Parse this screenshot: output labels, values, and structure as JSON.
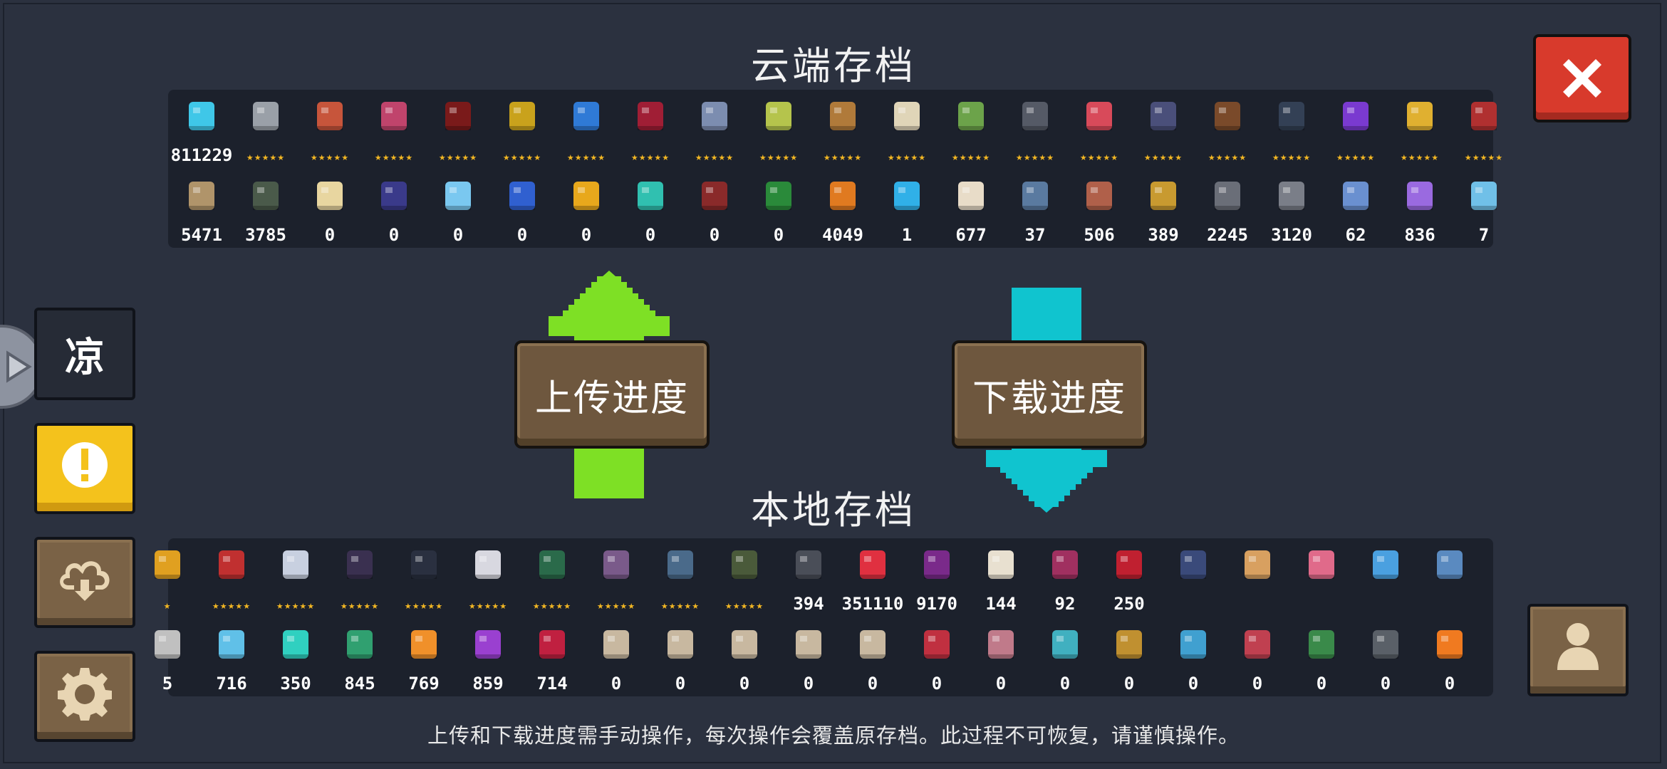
{
  "cloud": {
    "title": "云端存档",
    "heroes": [
      {
        "icon": "gem-stack-icon",
        "label": "811229"
      },
      {
        "icon": "knight-icon"
      },
      {
        "icon": "rogue-icon"
      },
      {
        "icon": "witch-icon"
      },
      {
        "icon": "assassin-icon"
      },
      {
        "icon": "engineer-icon"
      },
      {
        "icon": "robot-icon"
      },
      {
        "icon": "vampire-icon"
      },
      {
        "icon": "paladin-icon"
      },
      {
        "icon": "elf-icon"
      },
      {
        "icon": "werewolf-icon"
      },
      {
        "icon": "priest-icon"
      },
      {
        "icon": "druid-icon"
      },
      {
        "icon": "berserker-icon"
      },
      {
        "icon": "alchemist-icon"
      },
      {
        "icon": "necromancer-icon"
      },
      {
        "icon": "officer-icon"
      },
      {
        "icon": "taoist-icon"
      },
      {
        "icon": "wizard-icon"
      },
      {
        "icon": "airbender-icon"
      },
      {
        "icon": "partial-hero-icon"
      }
    ],
    "materials": [
      {
        "icon": "fur-icon",
        "value": "5471"
      },
      {
        "icon": "battery-icon",
        "value": "3785"
      },
      {
        "icon": "holy-book-icon",
        "value": "0"
      },
      {
        "icon": "dark-book-icon",
        "value": "0"
      },
      {
        "icon": "crystal-icon",
        "value": "0"
      },
      {
        "icon": "blue-shards-icon",
        "value": "0"
      },
      {
        "icon": "gold-coin-icon",
        "value": "0"
      },
      {
        "icon": "cyan-gem-icon",
        "value": "0"
      },
      {
        "icon": "red-wings-icon",
        "value": "0"
      },
      {
        "icon": "green-tome-icon",
        "value": "0"
      },
      {
        "icon": "orange-ore-icon",
        "value": "4049"
      },
      {
        "icon": "blue-orb-icon",
        "value": "1"
      },
      {
        "icon": "flour-sack-icon",
        "value": "677"
      },
      {
        "icon": "fish-orb-icon",
        "value": "37"
      },
      {
        "icon": "axe-icon",
        "value": "506"
      },
      {
        "icon": "feather-icon",
        "value": "389"
      },
      {
        "icon": "gear-part-icon",
        "value": "2245"
      },
      {
        "icon": "iron-ore-icon",
        "value": "3120"
      },
      {
        "icon": "blue-fabric-icon",
        "value": "62"
      },
      {
        "icon": "purple-star-icon",
        "value": "836"
      },
      {
        "icon": "partial-item-icon",
        "value": "7"
      }
    ]
  },
  "local": {
    "title": "本地存档",
    "pets": [
      {
        "icon": "partial-gold-icon",
        "stars": "★"
      },
      {
        "icon": "dark-knight-icon",
        "stars": "★★★★★"
      },
      {
        "icon": "hood-robot-icon",
        "stars": "★★★★★"
      },
      {
        "icon": "black-knight-icon",
        "stars": "★★★★★"
      },
      {
        "icon": "dark-hair-hero-icon",
        "stars": "★★★★★"
      },
      {
        "icon": "white-hair-hero-icon",
        "stars": "★★★★★"
      },
      {
        "icon": "green-cabinet-icon",
        "stars": "★★★★★"
      },
      {
        "icon": "book-stand-icon",
        "stars": "★★★★★"
      },
      {
        "icon": "pot-icon",
        "stars": "★★★★★"
      },
      {
        "icon": "plant-icon",
        "stars": "★★★★★"
      },
      {
        "icon": "gun-icon",
        "value": "394"
      },
      {
        "icon": "red-slime-icon",
        "value": "351110"
      },
      {
        "icon": "demon-icon",
        "value": "9170"
      },
      {
        "icon": "dice-card-icon",
        "value": "144"
      },
      {
        "icon": "purple-demon-icon",
        "value": "92"
      },
      {
        "icon": "red-demon-icon",
        "value": "250"
      },
      {
        "icon": "black-cat-icon"
      },
      {
        "icon": "shiba-dog-icon"
      },
      {
        "icon": "pink-pig-icon"
      },
      {
        "icon": "blue-blob-icon"
      },
      {
        "icon": "small-robot-icon"
      }
    ],
    "seeds": [
      {
        "icon": "partial-seed-icon",
        "value": "5"
      },
      {
        "icon": "blue-flower-icon",
        "value": "716"
      },
      {
        "icon": "cyan-flower-icon",
        "value": "350"
      },
      {
        "icon": "green-flower-icon",
        "value": "845"
      },
      {
        "icon": "orange-flower-icon",
        "value": "769"
      },
      {
        "icon": "purple-flower-icon",
        "value": "859"
      },
      {
        "icon": "red-flower-icon",
        "value": "714"
      },
      {
        "icon": "scroll-icon",
        "value": "0"
      },
      {
        "icon": "scroll-icon",
        "value": "0"
      },
      {
        "icon": "scroll-icon",
        "value": "0"
      },
      {
        "icon": "scroll-icon",
        "value": "0"
      },
      {
        "icon": "scroll-icon",
        "value": "0"
      },
      {
        "icon": "red-chip-icon",
        "value": "0"
      },
      {
        "icon": "pink-machine-icon",
        "value": "0"
      },
      {
        "icon": "blue-bag-icon",
        "value": "0"
      },
      {
        "icon": "orange-box-icon",
        "value": "0"
      },
      {
        "icon": "blue-fish-icon",
        "value": "0"
      },
      {
        "icon": "red-screen-icon",
        "value": "0"
      },
      {
        "icon": "green-gun-icon",
        "value": "0"
      },
      {
        "icon": "gray-panel-icon",
        "value": "0"
      },
      {
        "icon": "carrot-icon",
        "value": "0"
      }
    ]
  },
  "buttons": {
    "upload": "上传进度",
    "download": "下载进度",
    "nickname": "凉"
  },
  "footer": "上传和下载进度需手动操作，每次操作会覆盖原存档。此过程不可恢复，请谨慎操作。",
  "colors": {
    "background": "#2b313f",
    "panel": "#1c212c",
    "upload_arrow": "#7ee025",
    "download_arrow": "#10c4cf",
    "close_button": "#d83a2c",
    "warning_button": "#f4c21c",
    "wood": "#7a6246",
    "stars": "#f3b723"
  }
}
